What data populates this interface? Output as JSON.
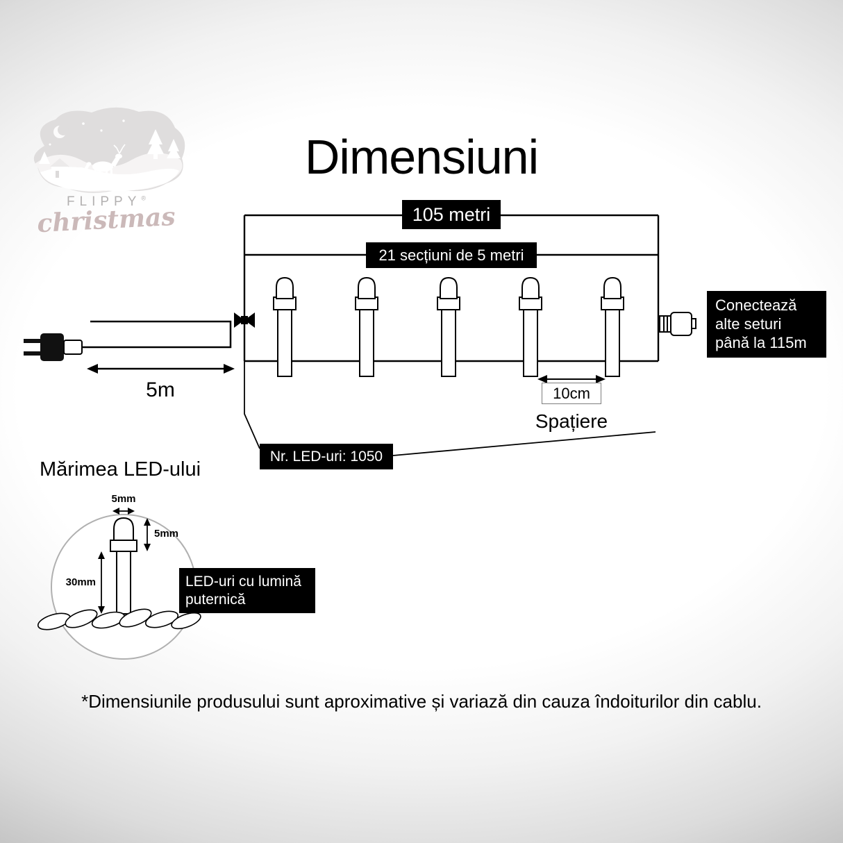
{
  "page": {
    "title": "Dimensiuni",
    "footnote": "*Dimensiunile produsului sunt aproximative și variază din cauza îndoiturilor din cablu."
  },
  "logo": {
    "brand": "FLIPPY",
    "trademark": "®",
    "brand_script": "christmas"
  },
  "string_diagram": {
    "total_length": "105 metri",
    "sections": "21 secțiuni de 5 metri",
    "lead_length": "5m",
    "spacing_value": "10cm",
    "spacing_caption": "Spațiere",
    "connect_note_line1": "Conectează",
    "connect_note_line2": "alte seturi",
    "connect_note_line3": "până la 115m",
    "led_count": "Nr. LED-uri: 1050",
    "led_bulb_count": 5
  },
  "led_detail": {
    "heading": "Mărimea LED-ului",
    "tip_width": "5mm",
    "tip_height": "5mm",
    "body_height": "30mm",
    "callout_line1": "LED-uri cu lumină",
    "callout_line2": "puternică"
  },
  "colors": {
    "label_bg": "#000000",
    "label_text": "#ffffff",
    "line_color": "#000000",
    "background_center": "#ffffff",
    "background_edge": "#c6c6c6"
  }
}
